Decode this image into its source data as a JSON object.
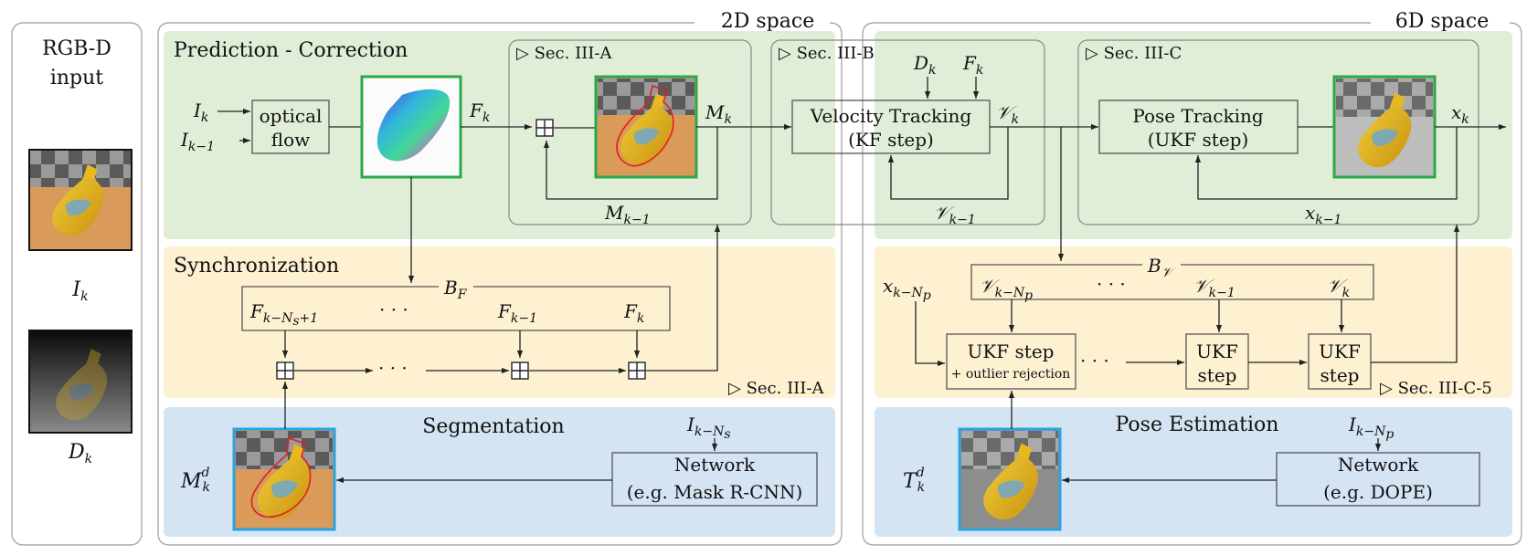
{
  "spaces": {
    "space2d": "2D space",
    "space6d": "6D space"
  },
  "input_panel": {
    "title_line1": "RGB-D",
    "title_line2": "input",
    "rgb_label": "I",
    "rgb_sub": "k",
    "depth_label": "D",
    "depth_sub": "k"
  },
  "bands": {
    "prediction": "Prediction - Correction",
    "synchronization": "Synchronization",
    "segmentation": "Segmentation",
    "pose_estimation": "Pose Estimation"
  },
  "sections": {
    "sec3a_top": "▷ Sec. III-A",
    "sec3b": "▷ Sec. III-B",
    "sec3c": "▷ Sec. III-C",
    "sec3a_sync": "▷ Sec. III-A",
    "sec3c5": "▷ Sec. III-C-5"
  },
  "boxes": {
    "optical_flow_1": "optical",
    "optical_flow_2": "flow",
    "velocity_1": "Velocity Tracking",
    "velocity_2": "(KF step)",
    "pose_1": "Pose Tracking",
    "pose_2": "(UKF step)",
    "seg_net_1": "Network",
    "seg_net_2": "(e.g. Mask R-CNN)",
    "pose_net_1": "Network",
    "pose_net_2": "(e.g. DOPE)",
    "ukf_outlier_1": "UKF step",
    "ukf_outlier_2": "+ outlier rejection",
    "ukf_a_1": "UKF",
    "ukf_a_2": "step",
    "ukf_b_1": "UKF",
    "ukf_b_2": "step"
  },
  "symbols": {
    "I": "I",
    "k": "k",
    "k_minus_1": "k−1",
    "F": "F",
    "M": "M",
    "D": "D",
    "x": "x",
    "V": "𝒱",
    "B": "B",
    "T": "T",
    "d": "d",
    "k_minus_Ns_plus_1": "k−N",
    "s": "s",
    "plus1": "+1",
    "k_minus_N": "k−N",
    "p": "p",
    "dots": "· · ·"
  },
  "colors": {
    "green_band": "#e1eed7",
    "yellow_band": "#fdf1d2",
    "blue_band": "#d4e4f3",
    "green_frame": "#2aa84a",
    "blue_frame": "#2aa3e0"
  }
}
